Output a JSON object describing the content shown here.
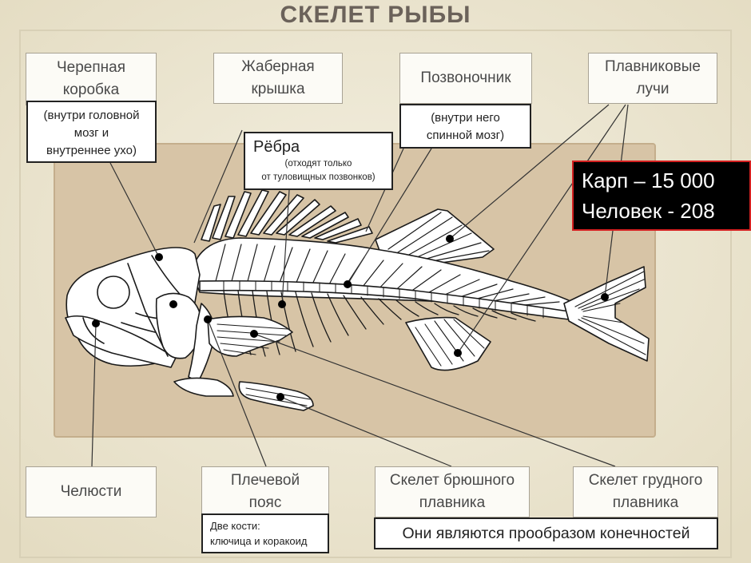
{
  "title": "СКЕЛЕТ РЫБЫ",
  "labels": {
    "skull": [
      "Черепная",
      "коробка"
    ],
    "gill_cover": [
      "Жаберная",
      "крышка"
    ],
    "spine": "Позвоночник",
    "fin_rays": [
      "Плавниковые",
      "лучи"
    ],
    "jaws": "Челюсти",
    "shoulder_girdle": [
      "Плечевой",
      "пояс"
    ],
    "pelvic_fin": [
      "Скелет брюшного",
      "плавника"
    ],
    "pectoral_fin": [
      "Скелет грудного",
      "плавника"
    ]
  },
  "notes": {
    "skull_note": [
      "(внутри головной",
      "мозг и",
      "внутреннее ухо)"
    ],
    "spine_note": [
      "(внутри него",
      "спинной мозг)"
    ],
    "ribs_title": "Рёбра",
    "ribs_sub": [
      "(отходят только",
      "от туловищных позвонков)"
    ],
    "shoulder_note": [
      "Две кости:",
      "ключица и коракоид"
    ],
    "limbs_note": "Они являются прообразом конечностей"
  },
  "vertebrae_counts": {
    "carp": "Карп – 15 000",
    "human": "Человек - 208"
  },
  "colors": {
    "background": "#eee9d6",
    "panel": "#d7c4a6",
    "accent_border": "#d42020",
    "bone": "#ffffff"
  }
}
